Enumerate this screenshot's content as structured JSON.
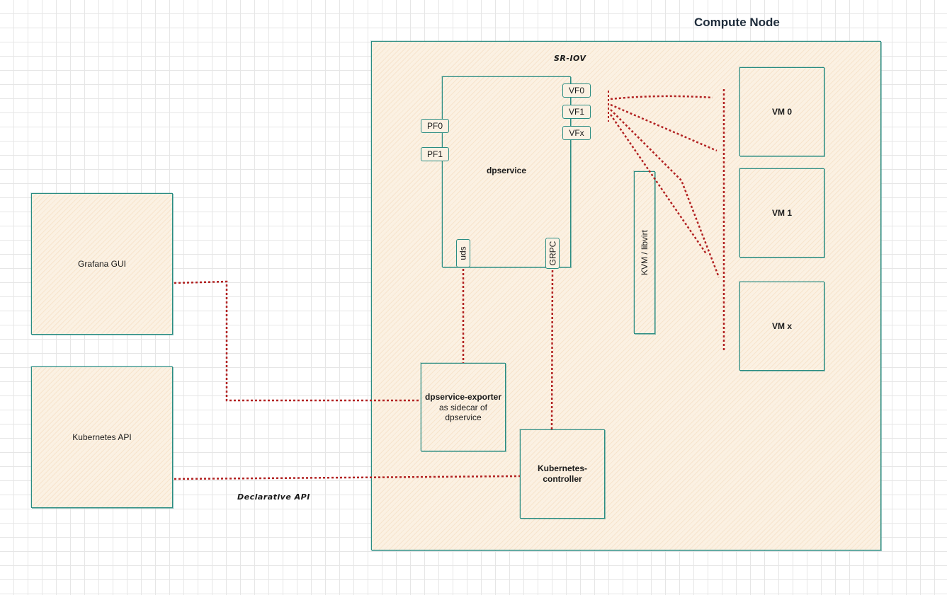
{
  "compute_node": {
    "title": "Compute Node",
    "sriov_label": "SR-IOV"
  },
  "dpservice": {
    "label": "dpservice",
    "ports": {
      "pf0": "PF0",
      "pf1": "PF1",
      "vf0": "VF0",
      "vf1": "VF1",
      "vfx": "VFx",
      "uds": "uds",
      "grpc": "GRPC"
    }
  },
  "kvm": {
    "label": "KVM / libvirt"
  },
  "vms": [
    {
      "label": "VM 0"
    },
    {
      "label": "VM 1"
    },
    {
      "label": "VM x"
    }
  ],
  "exporter": {
    "title": "dpservice-exporter",
    "subtitle": "as sidecar of dpservice"
  },
  "controller": {
    "label": "Kubernetes-controller"
  },
  "grafana": {
    "label": "Grafana GUI"
  },
  "kube_api": {
    "label": "Kubernetes API"
  },
  "edges": {
    "declarative_api": "Declarative API"
  },
  "colors": {
    "box_stroke": "#2a8c82",
    "box_fill": "#fbf1e3",
    "link": "#b22222"
  }
}
